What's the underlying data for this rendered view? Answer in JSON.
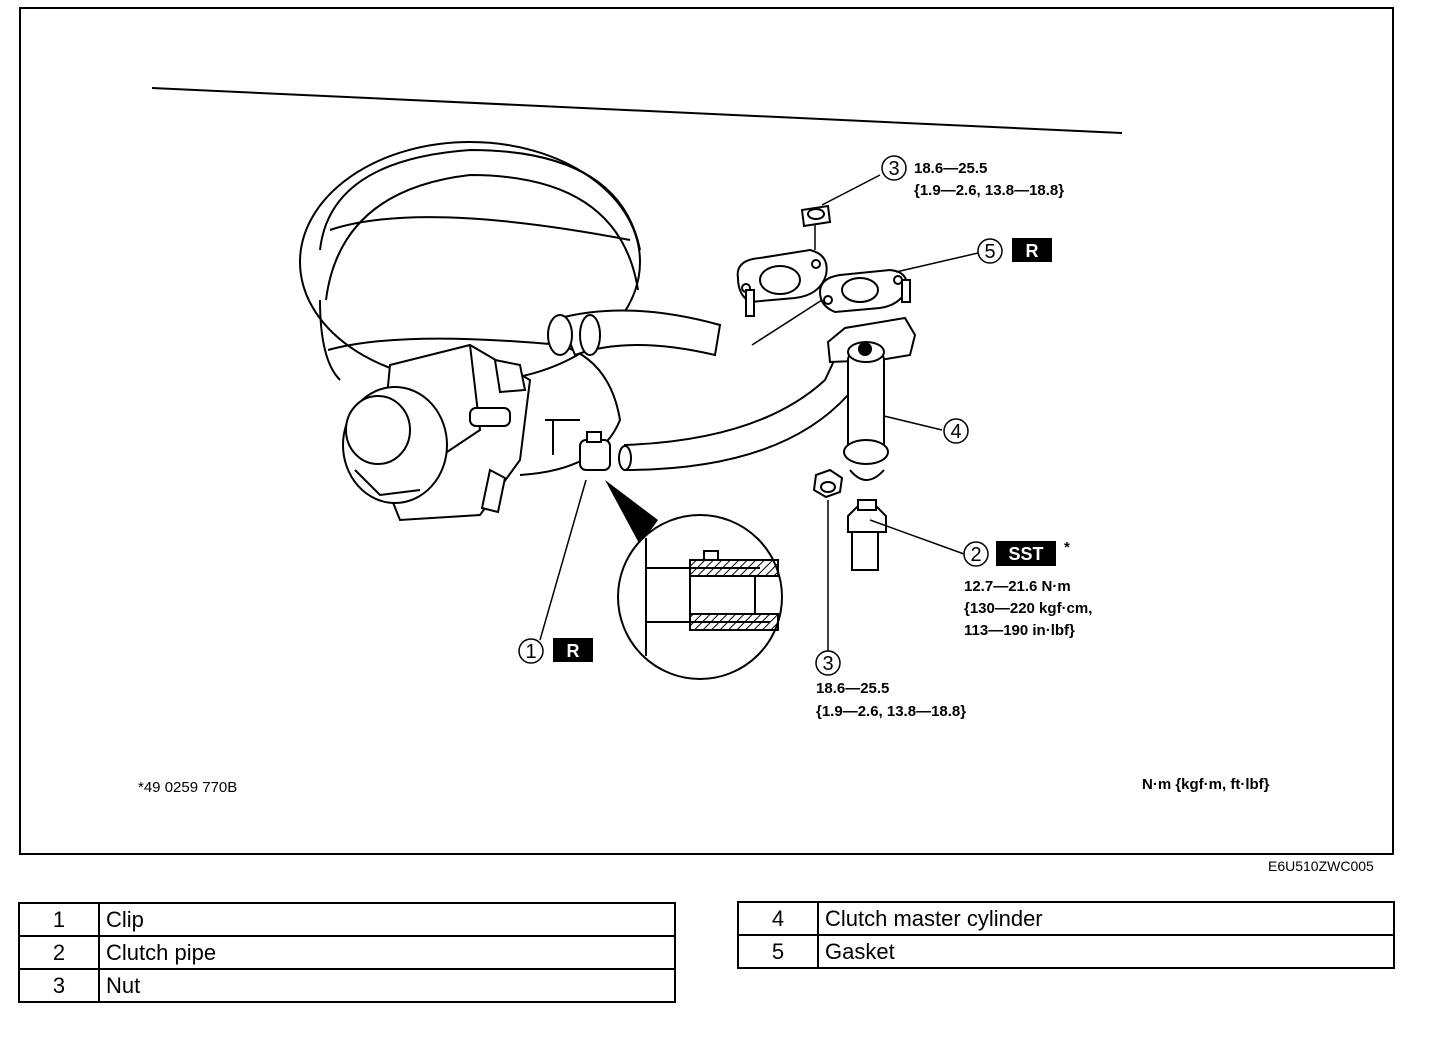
{
  "callouts": [
    {
      "id": "callout-1",
      "number": "1",
      "tag": "R"
    },
    {
      "id": "callout-2",
      "number": "2",
      "tag": "SST",
      "mark": "*",
      "torque": [
        "12.7—21.6 N·m",
        "{130—220 kgf·cm,",
        "113—190 in·lbf}"
      ]
    },
    {
      "id": "callout-3-top",
      "number": "3",
      "torque": [
        "18.6—25.5",
        "{1.9—2.6, 13.8—18.8}"
      ]
    },
    {
      "id": "callout-3-bottom",
      "number": "3",
      "torque": [
        "18.6—25.5",
        "{1.9—2.6, 13.8—18.8}"
      ]
    },
    {
      "id": "callout-4",
      "number": "4"
    },
    {
      "id": "callout-5",
      "number": "5",
      "tag": "R"
    }
  ],
  "footnote": "*49 0259 770B",
  "units": "N·m {kgf·m,  ft·lbf}",
  "figure_code": "E6U510ZWC005",
  "legend_left": [
    {
      "index": "1",
      "part": "Clip"
    },
    {
      "index": "2",
      "part": "Clutch pipe"
    },
    {
      "index": "3",
      "part": "Nut"
    }
  ],
  "legend_right": [
    {
      "index": "4",
      "part": "Clutch master cylinder"
    },
    {
      "index": "5",
      "part": "Gasket"
    }
  ]
}
